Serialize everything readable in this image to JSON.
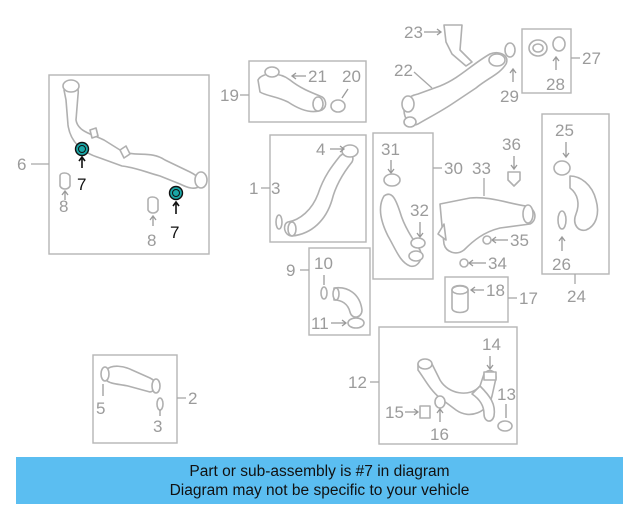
{
  "diagram": {
    "labels": {
      "l1": "1",
      "l2": "2",
      "l3a": "3",
      "l3b": "3",
      "l4": "4",
      "l5": "5",
      "l6": "6",
      "l7a": "7",
      "l7b": "7",
      "l8a": "8",
      "l8b": "8",
      "l9": "9",
      "l10": "10",
      "l11": "11",
      "l12": "12",
      "l13": "13",
      "l14": "14",
      "l15": "15",
      "l16": "16",
      "l17": "17",
      "l18": "18",
      "l19": "19",
      "l20": "20",
      "l21": "21",
      "l22": "22",
      "l23": "23",
      "l24": "24",
      "l25": "25",
      "l26": "26",
      "l27": "27",
      "l28": "28",
      "l29": "29",
      "l30": "30",
      "l31": "31",
      "l32": "32",
      "l33": "33",
      "l34": "34",
      "l35": "35",
      "l36": "36"
    },
    "highlight_color": "#1aa7a7"
  },
  "banner": {
    "line1": "Part or sub-assembly is #7 in diagram",
    "line2": "Diagram may not be specific to your vehicle",
    "color": "#5bbef1"
  }
}
